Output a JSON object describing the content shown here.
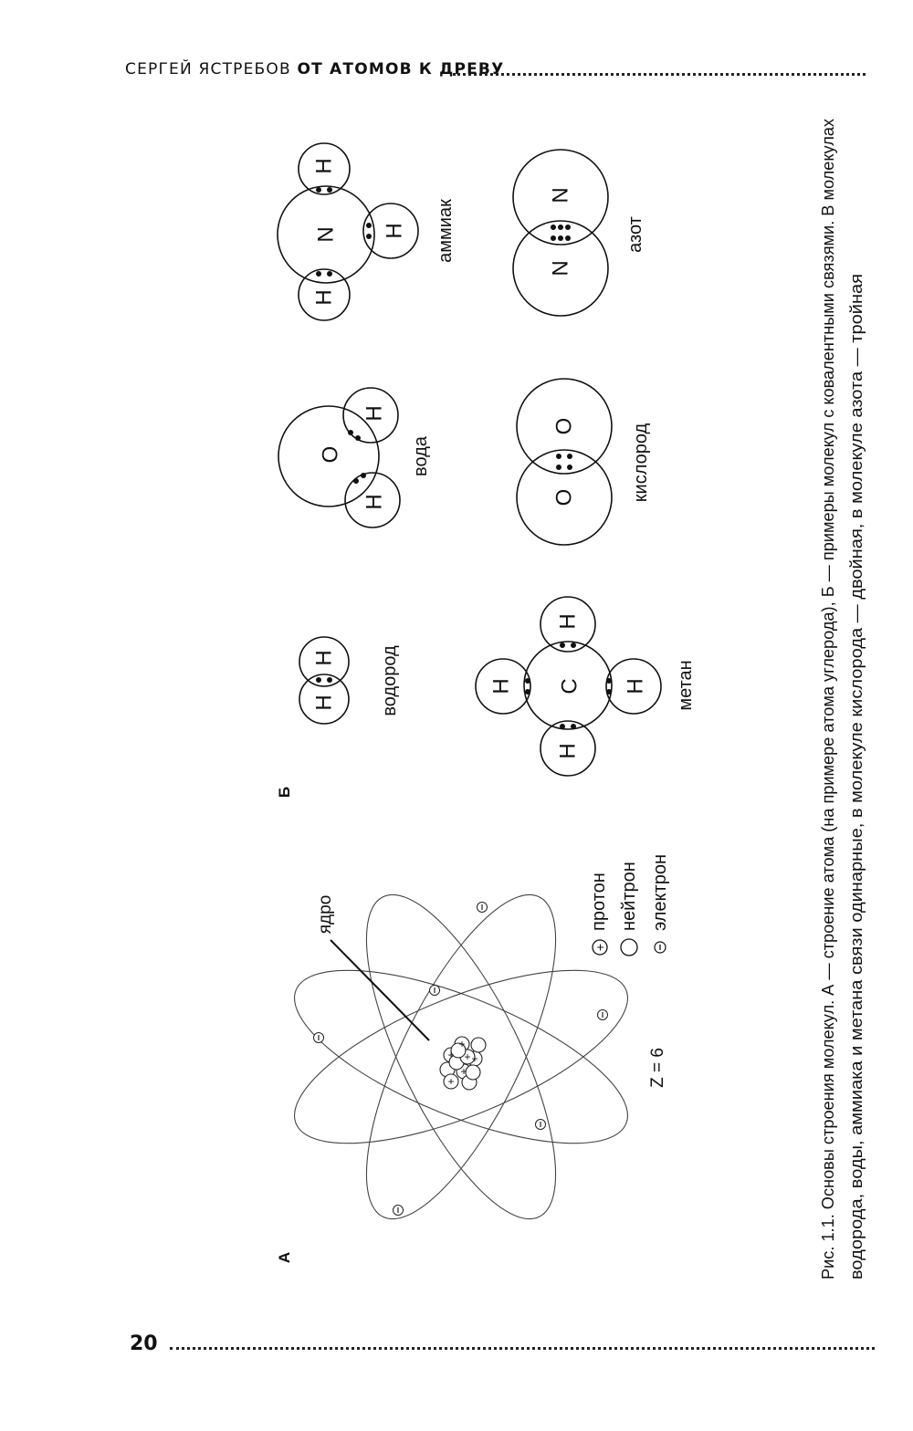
{
  "header": {
    "author": "СЕРГЕЙ ЯСТРЕБОВ",
    "book_title": "ОТ АТОМОВ К ДРЕВУ"
  },
  "page_number": "20",
  "panel_labels": {
    "a": "А",
    "b": "Б"
  },
  "atom": {
    "nucleus_label": "ядро",
    "charge_label": "Z = 6",
    "legend": [
      {
        "symbol": "+",
        "label": "протон"
      },
      {
        "symbol": "",
        "label": "нейтрон"
      },
      {
        "symbol": "−",
        "label": "электрон"
      }
    ]
  },
  "molecules": {
    "hydrogen": {
      "name": "водород",
      "atoms": [
        "H",
        "H"
      ]
    },
    "water": {
      "name": "вода",
      "atoms": [
        "H",
        "O",
        "H"
      ]
    },
    "ammonia": {
      "name": "аммиак",
      "atoms": [
        "H",
        "N",
        "H",
        "H"
      ]
    },
    "methane": {
      "name": "метан",
      "atoms": [
        "H",
        "H",
        "C",
        "H",
        "H"
      ]
    },
    "oxygen": {
      "name": "кислород",
      "atoms": [
        "O",
        "O"
      ]
    },
    "nitrogen": {
      "name": "азот",
      "atoms": [
        "N",
        "N"
      ]
    }
  },
  "caption": {
    "line1": "Рис. 1.1.   Основы строения молекул. А — строение атома (на примере атома углерода), Б — примеры молекул с ковалентными связями. В молекулах",
    "line2": "водорода, воды, аммиака и метана связи одинарные, в молекуле кислорода — двойная, в молекуле азота — тройная"
  }
}
